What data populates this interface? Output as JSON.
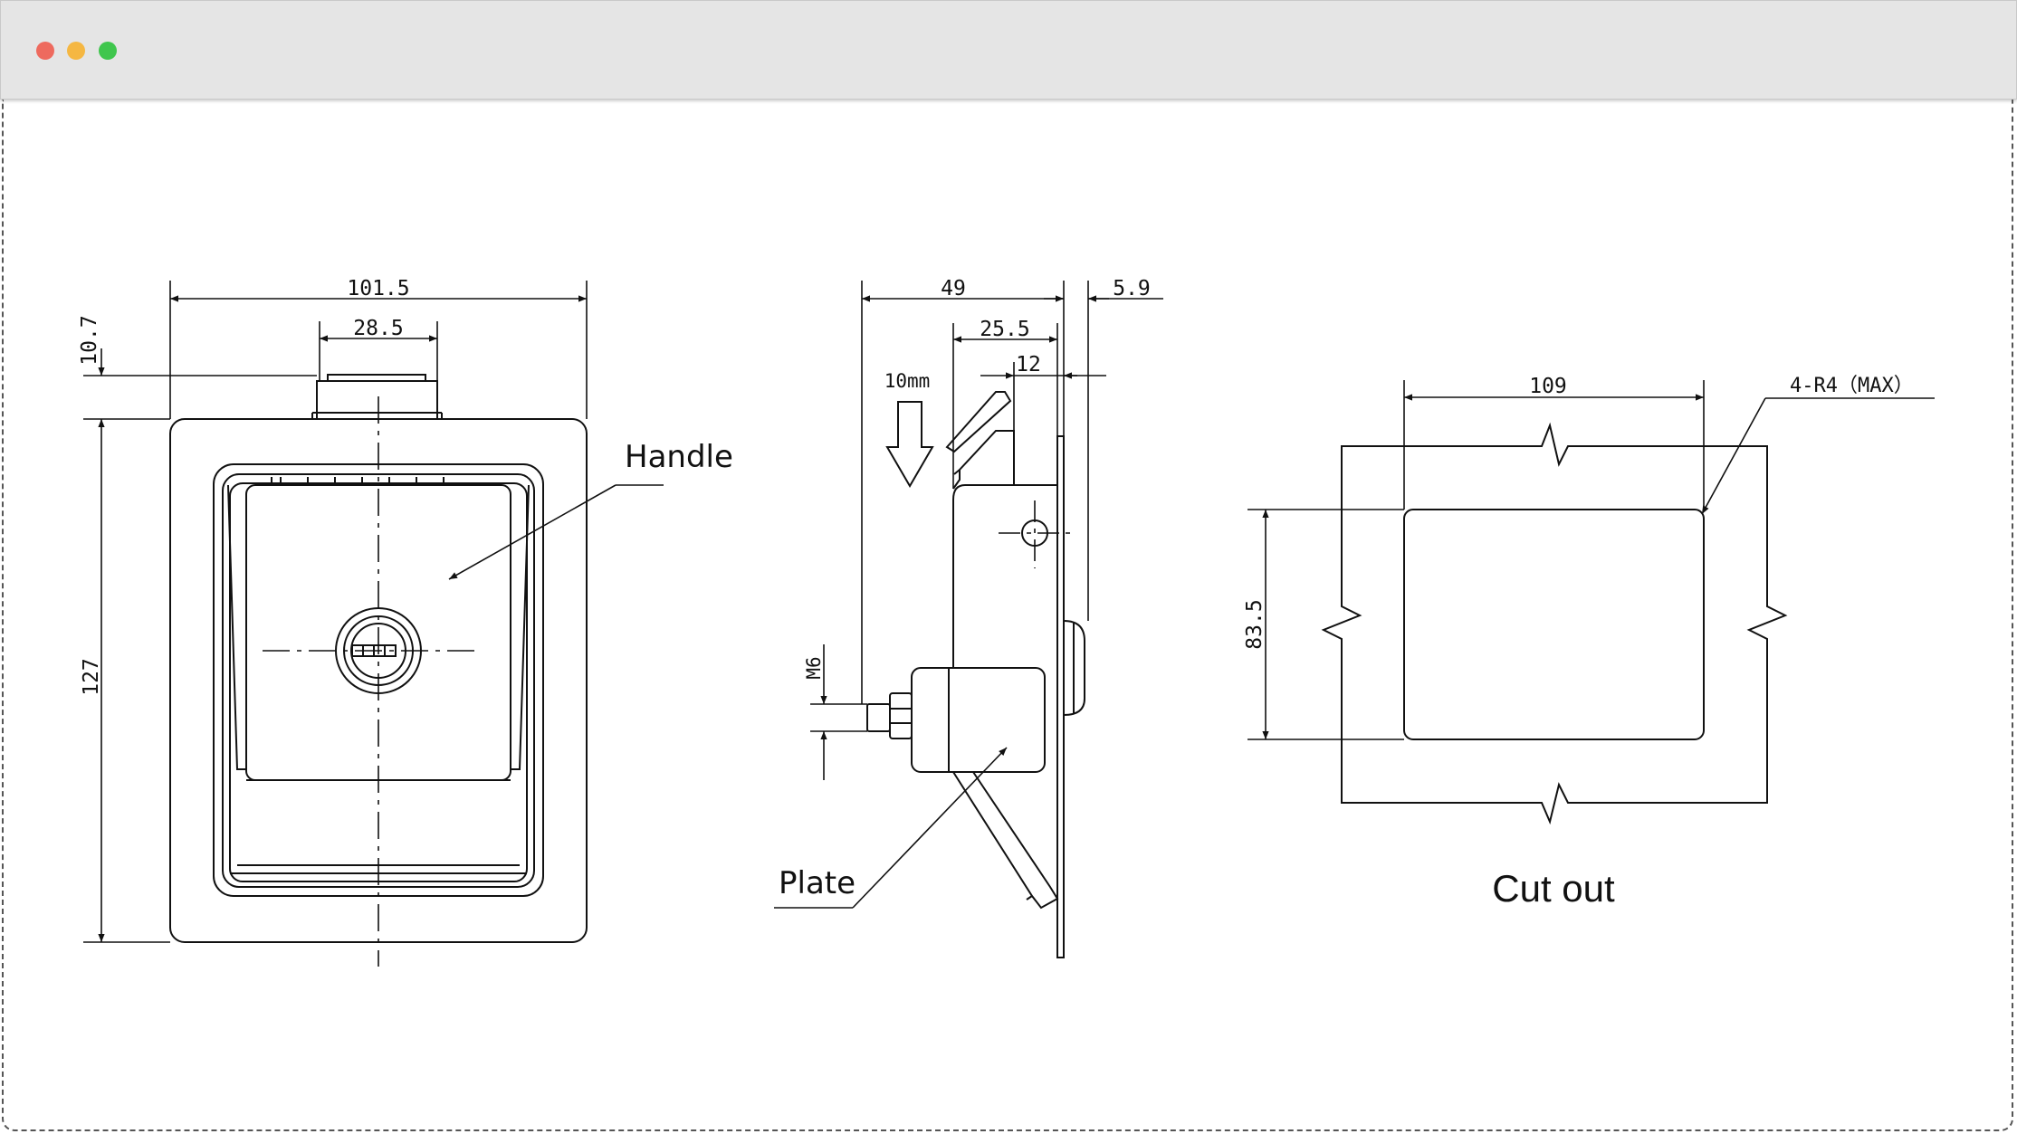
{
  "window": {
    "buttons": {
      "close": "",
      "minimize": "",
      "maximize": ""
    }
  },
  "drawing": {
    "front_view": {
      "dim_width": "101.5",
      "dim_top_width": "28.5",
      "dim_top_height": "10.7",
      "dim_height": "127",
      "label_handle": "Handle"
    },
    "side_view": {
      "dim_depth": "49",
      "dim_mid": "25.5",
      "dim_small": "12",
      "dim_plate": "5.9",
      "label_travel": "10mm",
      "label_thread": "M6",
      "label_plate": "Plate"
    },
    "cutout_view": {
      "dim_width": "109",
      "dim_height": "83.5",
      "dim_radius": "4-R4（MAX）",
      "title": "Cut out"
    }
  }
}
